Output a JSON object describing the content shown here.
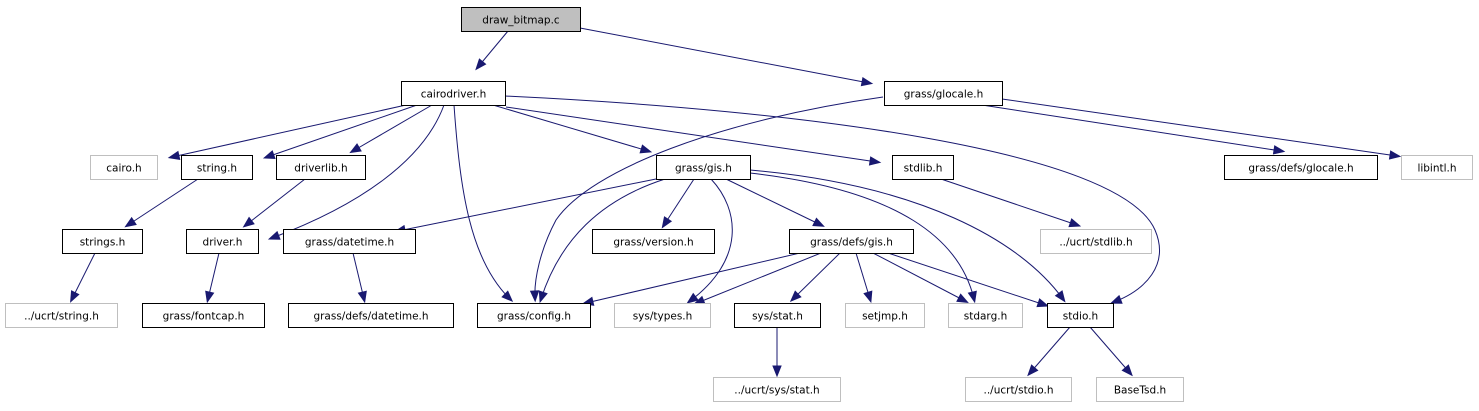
{
  "graph": {
    "title": "draw_bitmap.c include dependency graph",
    "colors": {
      "edge": "#191970",
      "root_fill": "#bfbfbf",
      "node_border": "#000000",
      "external_border": "#bfbfbf"
    },
    "nodes": [
      {
        "id": "draw_bitmap",
        "label": "draw_bitmap.c",
        "kind": "root"
      },
      {
        "id": "cairodriver",
        "label": "cairodriver.h",
        "kind": "documented"
      },
      {
        "id": "glocale",
        "label": "grass/glocale.h",
        "kind": "documented"
      },
      {
        "id": "cairo",
        "label": "cairo.h",
        "kind": "external"
      },
      {
        "id": "string",
        "label": "string.h",
        "kind": "documented"
      },
      {
        "id": "driverlib",
        "label": "driverlib.h",
        "kind": "documented"
      },
      {
        "id": "gis",
        "label": "grass/gis.h",
        "kind": "documented"
      },
      {
        "id": "stdlib",
        "label": "stdlib.h",
        "kind": "documented"
      },
      {
        "id": "defs_glocale",
        "label": "grass/defs/glocale.h",
        "kind": "documented"
      },
      {
        "id": "libintl",
        "label": "libintl.h",
        "kind": "external"
      },
      {
        "id": "strings",
        "label": "strings.h",
        "kind": "documented"
      },
      {
        "id": "driver",
        "label": "driver.h",
        "kind": "documented"
      },
      {
        "id": "datetime",
        "label": "grass/datetime.h",
        "kind": "documented"
      },
      {
        "id": "version",
        "label": "grass/version.h",
        "kind": "documented"
      },
      {
        "id": "defs_gis",
        "label": "grass/defs/gis.h",
        "kind": "documented"
      },
      {
        "id": "ucrt_stdlib",
        "label": "../ucrt/stdlib.h",
        "kind": "external"
      },
      {
        "id": "ucrt_string",
        "label": "../ucrt/string.h",
        "kind": "external"
      },
      {
        "id": "fontcap",
        "label": "grass/fontcap.h",
        "kind": "documented"
      },
      {
        "id": "defs_datetime",
        "label": "grass/defs/datetime.h",
        "kind": "documented"
      },
      {
        "id": "config",
        "label": "grass/config.h",
        "kind": "documented"
      },
      {
        "id": "sys_types",
        "label": "sys/types.h",
        "kind": "external"
      },
      {
        "id": "sys_stat",
        "label": "sys/stat.h",
        "kind": "documented"
      },
      {
        "id": "setjmp",
        "label": "setjmp.h",
        "kind": "external"
      },
      {
        "id": "stdarg",
        "label": "stdarg.h",
        "kind": "external"
      },
      {
        "id": "stdio",
        "label": "stdio.h",
        "kind": "documented"
      },
      {
        "id": "ucrt_sys_stat",
        "label": "../ucrt/sys/stat.h",
        "kind": "external"
      },
      {
        "id": "ucrt_stdio",
        "label": "../ucrt/stdio.h",
        "kind": "external"
      },
      {
        "id": "basetsd",
        "label": "BaseTsd.h",
        "kind": "external"
      }
    ],
    "edges": [
      {
        "from": "draw_bitmap",
        "to": "cairodriver"
      },
      {
        "from": "draw_bitmap",
        "to": "glocale"
      },
      {
        "from": "cairodriver",
        "to": "cairo"
      },
      {
        "from": "cairodriver",
        "to": "string"
      },
      {
        "from": "cairodriver",
        "to": "driverlib"
      },
      {
        "from": "cairodriver",
        "to": "driver"
      },
      {
        "from": "cairodriver",
        "to": "config"
      },
      {
        "from": "cairodriver",
        "to": "gis"
      },
      {
        "from": "cairodriver",
        "to": "stdlib"
      },
      {
        "from": "cairodriver",
        "to": "stdio"
      },
      {
        "from": "glocale",
        "to": "config"
      },
      {
        "from": "glocale",
        "to": "defs_glocale"
      },
      {
        "from": "glocale",
        "to": "libintl"
      },
      {
        "from": "string",
        "to": "strings"
      },
      {
        "from": "strings",
        "to": "ucrt_string"
      },
      {
        "from": "driverlib",
        "to": "driver"
      },
      {
        "from": "driver",
        "to": "fontcap"
      },
      {
        "from": "gis",
        "to": "datetime"
      },
      {
        "from": "gis",
        "to": "config"
      },
      {
        "from": "gis",
        "to": "version"
      },
      {
        "from": "gis",
        "to": "sys_types"
      },
      {
        "from": "gis",
        "to": "defs_gis"
      },
      {
        "from": "gis",
        "to": "stdarg"
      },
      {
        "from": "gis",
        "to": "stdio"
      },
      {
        "from": "datetime",
        "to": "defs_datetime"
      },
      {
        "from": "defs_gis",
        "to": "config"
      },
      {
        "from": "defs_gis",
        "to": "sys_types"
      },
      {
        "from": "defs_gis",
        "to": "sys_stat"
      },
      {
        "from": "defs_gis",
        "to": "setjmp"
      },
      {
        "from": "defs_gis",
        "to": "stdarg"
      },
      {
        "from": "defs_gis",
        "to": "stdio"
      },
      {
        "from": "stdlib",
        "to": "ucrt_stdlib"
      },
      {
        "from": "sys_stat",
        "to": "ucrt_sys_stat"
      },
      {
        "from": "stdio",
        "to": "ucrt_stdio"
      },
      {
        "from": "stdio",
        "to": "basetsd"
      }
    ]
  }
}
